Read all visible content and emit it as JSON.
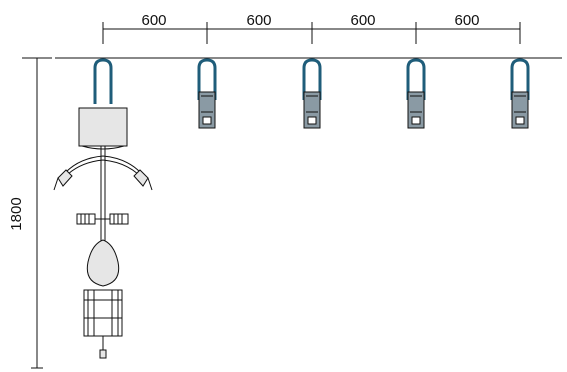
{
  "dimensions": {
    "spacing": [
      "600",
      "600",
      "600",
      "600"
    ],
    "depth": "1800"
  },
  "colors": {
    "rack_outline": "#1f5d7a",
    "rack_fill": "#8a9aa4",
    "line": "#111111",
    "bike_fill": "#e6e6e6"
  },
  "racks": {
    "count": 5
  },
  "icons": [
    "bicycle-top-view-icon",
    "bike-rack-icon"
  ]
}
